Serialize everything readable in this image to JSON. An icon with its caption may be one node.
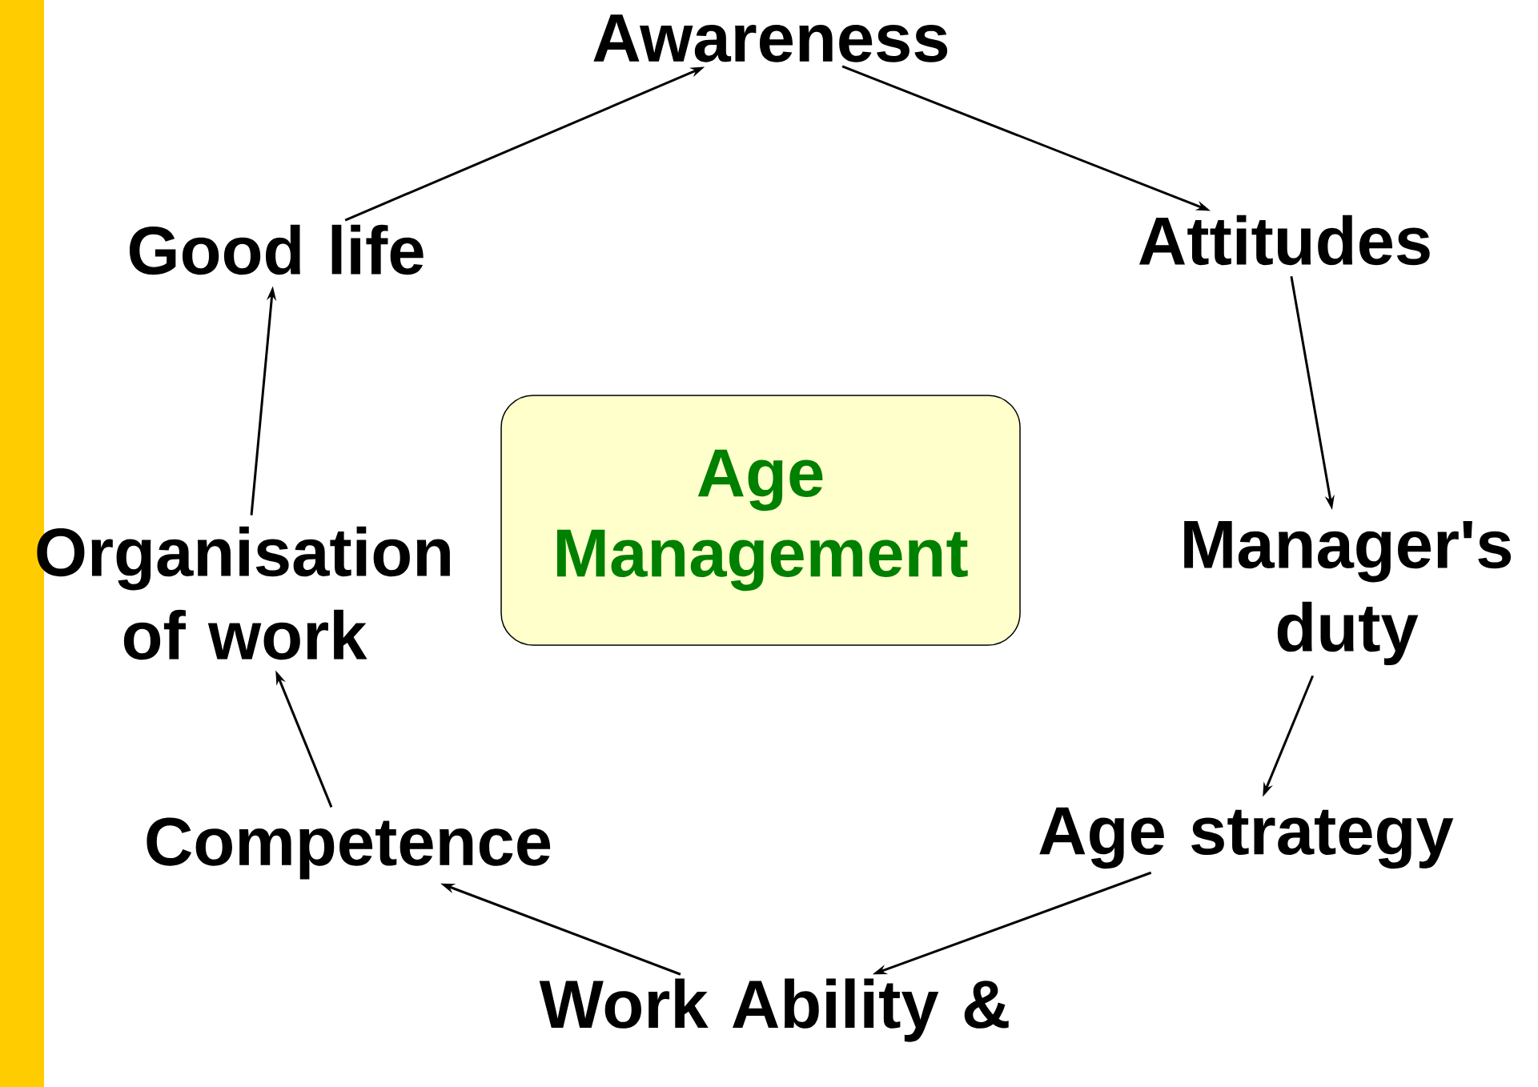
{
  "diagram": {
    "nodes": [
      {
        "text": [
          "Awareness"
        ]
      },
      {
        "text": [
          "Attitudes"
        ]
      },
      {
        "text": [
          "Manager's duty"
        ]
      },
      {
        "text": [
          "Age strategy"
        ]
      },
      {
        "text": [
          "Work Ability &"
        ]
      },
      {
        "text": [
          "Competence"
        ]
      },
      {
        "text": [
          "Organisation of work"
        ]
      },
      {
        "text": [
          "Good life"
        ]
      },
      {
        "text": [
          "Age Management"
        ]
      }
    ],
    "edges": [
      {
        "from": 7,
        "to": 0,
        "arrow": "to"
      },
      {
        "from": 0,
        "to": 1,
        "arrow": "to"
      },
      {
        "from": 1,
        "to": 2,
        "arrow": "to"
      },
      {
        "from": 2,
        "to": 3,
        "arrow": "to"
      },
      {
        "from": 3,
        "to": 4,
        "arrow": "to"
      },
      {
        "from": 4,
        "to": 5,
        "arrow": "to"
      },
      {
        "from": 5,
        "to": 6,
        "arrow": "to"
      },
      {
        "from": 6,
        "to": 7,
        "arrow": "to"
      }
    ]
  }
}
